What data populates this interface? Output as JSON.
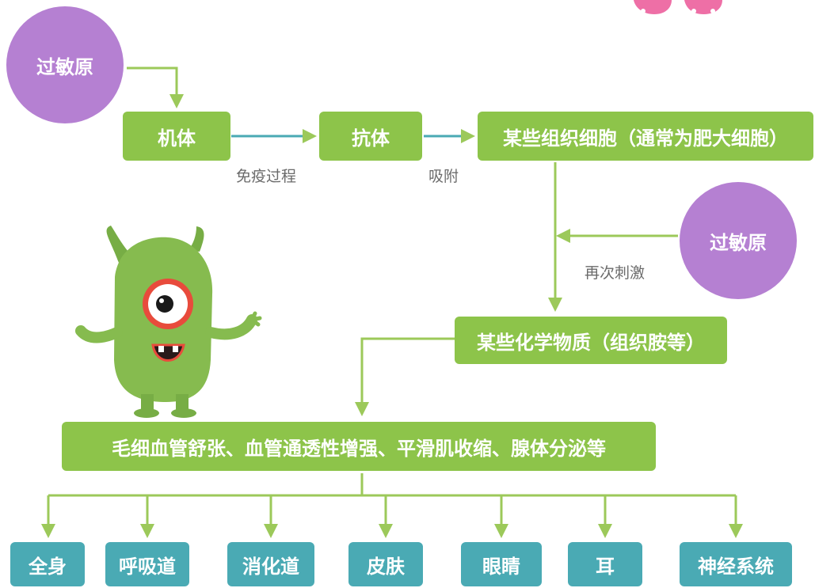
{
  "colors": {
    "box_green": "#8dc44a",
    "box_blue": "#4aaab4",
    "circle_purple": "#b580d2",
    "arrow_green": "#9cc95a",
    "arrow_blue": "#4aaab4",
    "text_gray": "#6b6b6b"
  },
  "allergen_top": "过敏原",
  "allergen_right": "过敏原",
  "body": "机体",
  "antibody": "抗体",
  "tissue_cells": "某些组织细胞（通常为肥大细胞）",
  "immune_process": "免疫过程",
  "adsorption": "吸附",
  "restimulation": "再次刺激",
  "chemicals": "某些化学物质（组织胺等）",
  "effects": "毛细血管舒张、血管通透性增强、平滑肌收缩、腺体分泌等",
  "targets": [
    "全身",
    "呼吸道",
    "消化道",
    "皮肤",
    "眼睛",
    "耳",
    "神经系统"
  ]
}
